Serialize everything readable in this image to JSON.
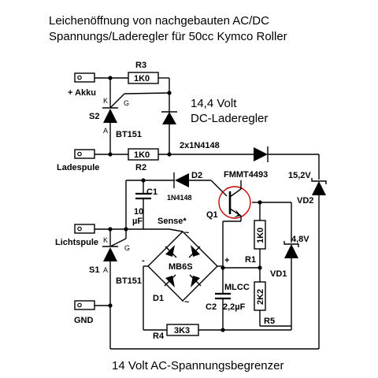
{
  "title_line1": "Leichenöffnung von nachgebauten AC/DC",
  "title_line2": "Spannungs/Laderegler für 50cc Kymco Roller",
  "footer": "14 Volt AC-Spannungsbegrenzer",
  "dc_section": {
    "line1": "14,4 Volt",
    "line2": "DC-Laderegler"
  },
  "terminals": {
    "akku": "+ Akku",
    "ladespule": "Ladespule",
    "lichtspule": "Lichtspule",
    "gnd": "GND"
  },
  "components": {
    "r3": "R3",
    "r3_value": "1K0",
    "r2": "R2",
    "r2_value": "1K0",
    "s2": "S2",
    "s2_type": "BT151",
    "s1": "S1",
    "s1_type": "BT151",
    "k": "K",
    "a": "A",
    "g": "G",
    "diodes_label": "2x1N4148",
    "d2": "D2",
    "d2_type": "1N4148",
    "c1": "C1",
    "c1_value_1": "10",
    "c1_value_2": "µF",
    "q1": "Q1",
    "q1_type": "FMMT4493",
    "vd2": "VD2",
    "vd2_value": "15,2V",
    "vd1": "VD1",
    "vd1_value": "4,8V",
    "r1": "R1",
    "r1_value": "1K0",
    "r5": "R5",
    "r5_value": "2K2",
    "r4": "R4",
    "r4_value": "3K3",
    "bridge": "MB6S",
    "d1": "D1",
    "c2": "C2",
    "c2_type": "MLCC",
    "c2_value": "2,2µF",
    "sense": "Sense*",
    "plus": "+",
    "minus": "-",
    "tilde": "~"
  },
  "colors": {
    "wire": "#000000",
    "highlight_circle": "#cc0000"
  }
}
